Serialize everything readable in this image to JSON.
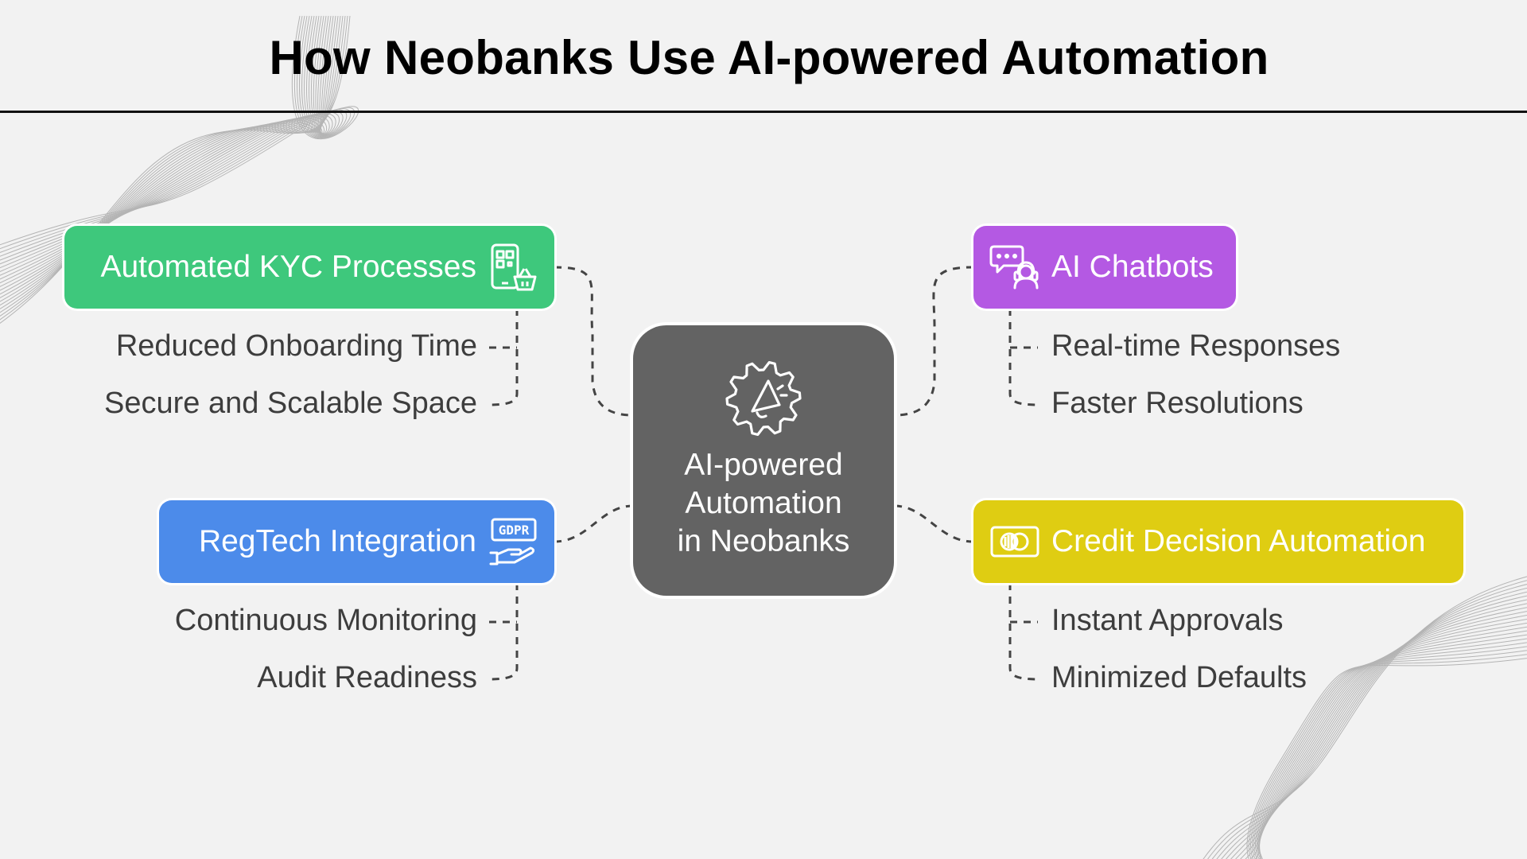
{
  "title": "How Neobanks Use AI-powered Automation",
  "center": {
    "icon": "gear-megaphone-icon",
    "lines": [
      "AI-powered",
      "Automation",
      "in Neobanks"
    ]
  },
  "branches": [
    {
      "label": "Automated KYC Processes",
      "color": "#3ec87c",
      "icon": "phone-qr-basket-icon",
      "items": [
        "Reduced Onboarding Time",
        "Secure and Scalable Space"
      ]
    },
    {
      "label": "RegTech Integration",
      "color": "#4c8bea",
      "icon": "gdpr-hand-icon",
      "items": [
        "Continuous Monitoring",
        "Audit Readiness"
      ]
    },
    {
      "label": "AI Chatbots",
      "color": "#b459e3",
      "icon": "chat-headset-icon",
      "items": [
        "Real-time Responses",
        "Faster Resolutions"
      ]
    },
    {
      "label": "Credit Decision Automation",
      "color": "#dfcd12",
      "icon": "credit-card-icon",
      "items": [
        "Instant Approvals",
        "Minimized Defaults"
      ]
    }
  ]
}
